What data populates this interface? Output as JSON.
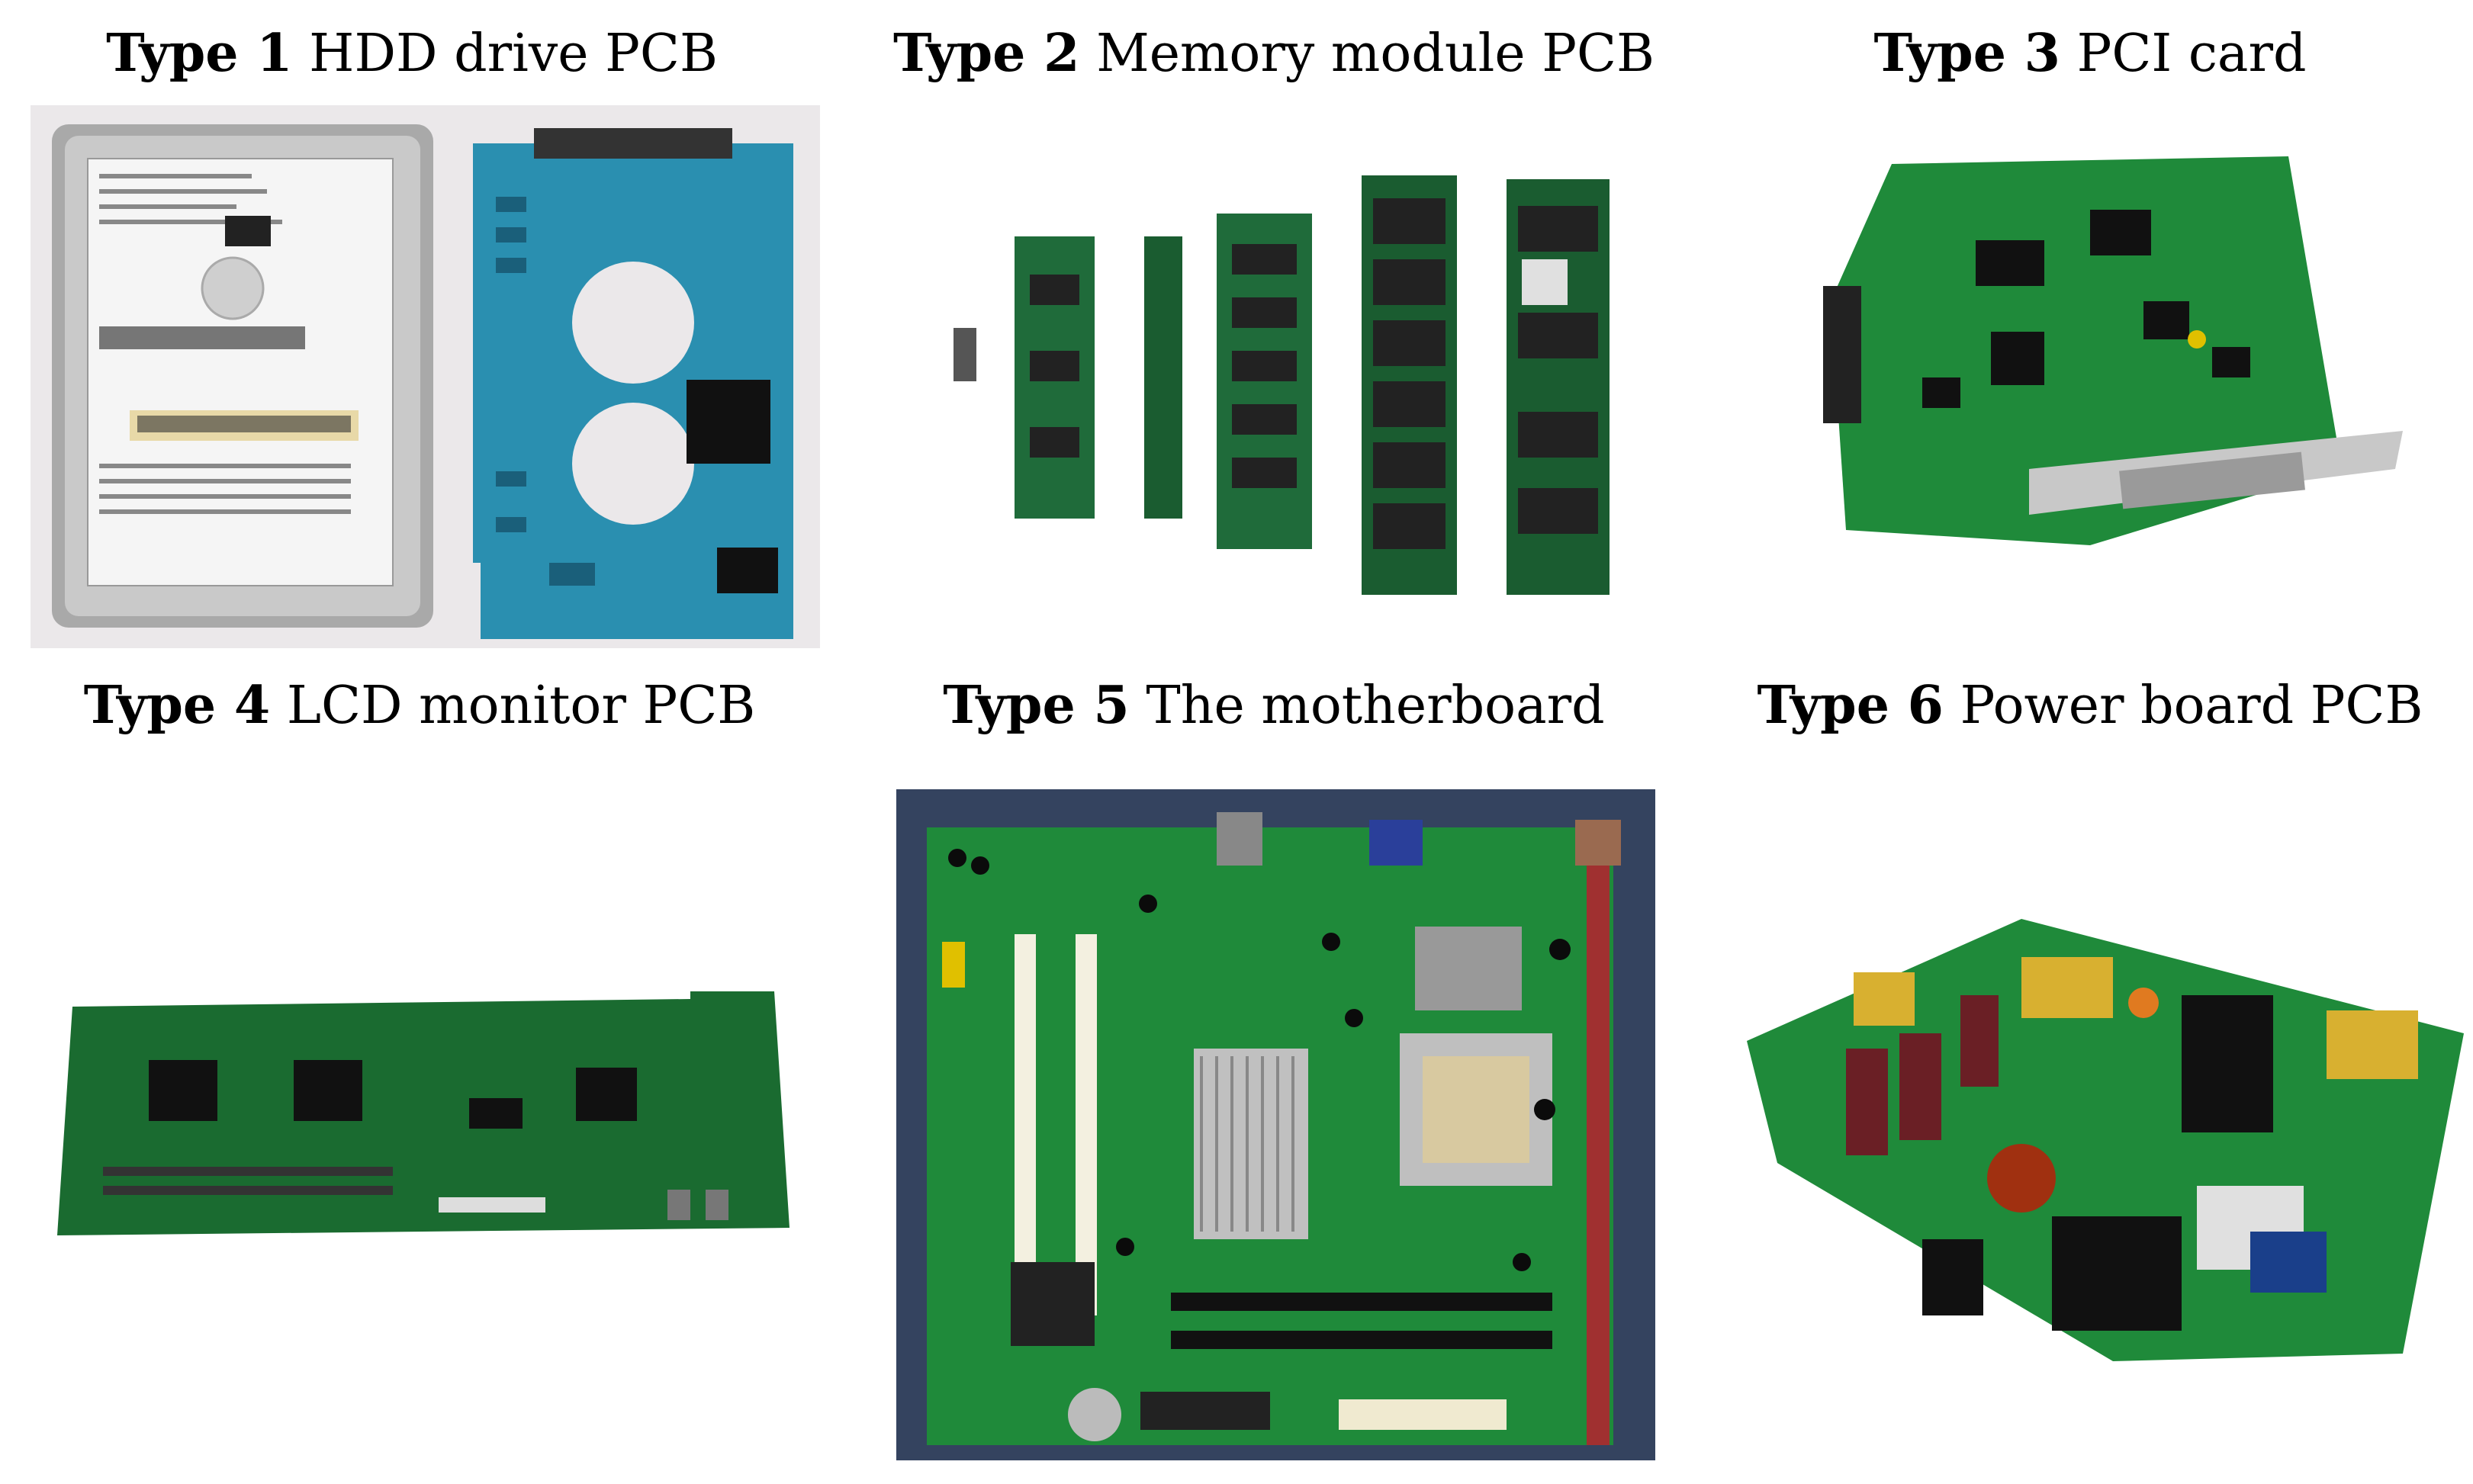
{
  "panels": [
    {
      "type_label": "Type 1",
      "desc": "HDD drive PCB"
    },
    {
      "type_label": "Type 2",
      "desc": "Memory module PCB"
    },
    {
      "type_label": "Type 3",
      "desc": "PCI card"
    },
    {
      "type_label": "Type 4",
      "desc": "LCD monitor PCB"
    },
    {
      "type_label": "Type 5",
      "desc": "The motherboard"
    },
    {
      "type_label": "Type 6",
      "desc": "Power board PCB"
    }
  ],
  "colors": {
    "pcb_green": "#1f7a34",
    "pcb_dark_green": "#0f4f22",
    "pcb_blue": "#2a8fb0",
    "metal": "#b9b9b9",
    "background_photo": "#f2f2f2"
  }
}
